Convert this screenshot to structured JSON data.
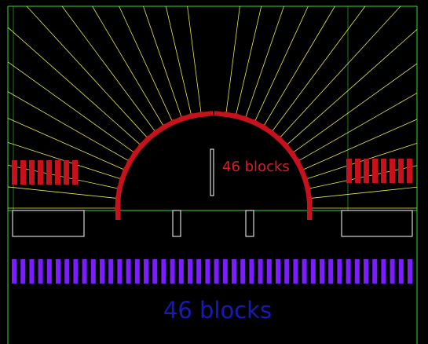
{
  "colors": {
    "background": "#000000",
    "frame": "#33dd33",
    "ray": "#e8e84a",
    "red_block": "#c8121b",
    "violet_block": "#7a1dff",
    "outline": "#ffffff",
    "top_label": "#d81d25",
    "bottom_label": "#1919b8"
  },
  "upper_section": {
    "label": "46 blocks",
    "arc_block_count": 30,
    "side_block_count_each": 8
  },
  "lower_section": {
    "label": "46 blocks",
    "block_count": 46
  }
}
